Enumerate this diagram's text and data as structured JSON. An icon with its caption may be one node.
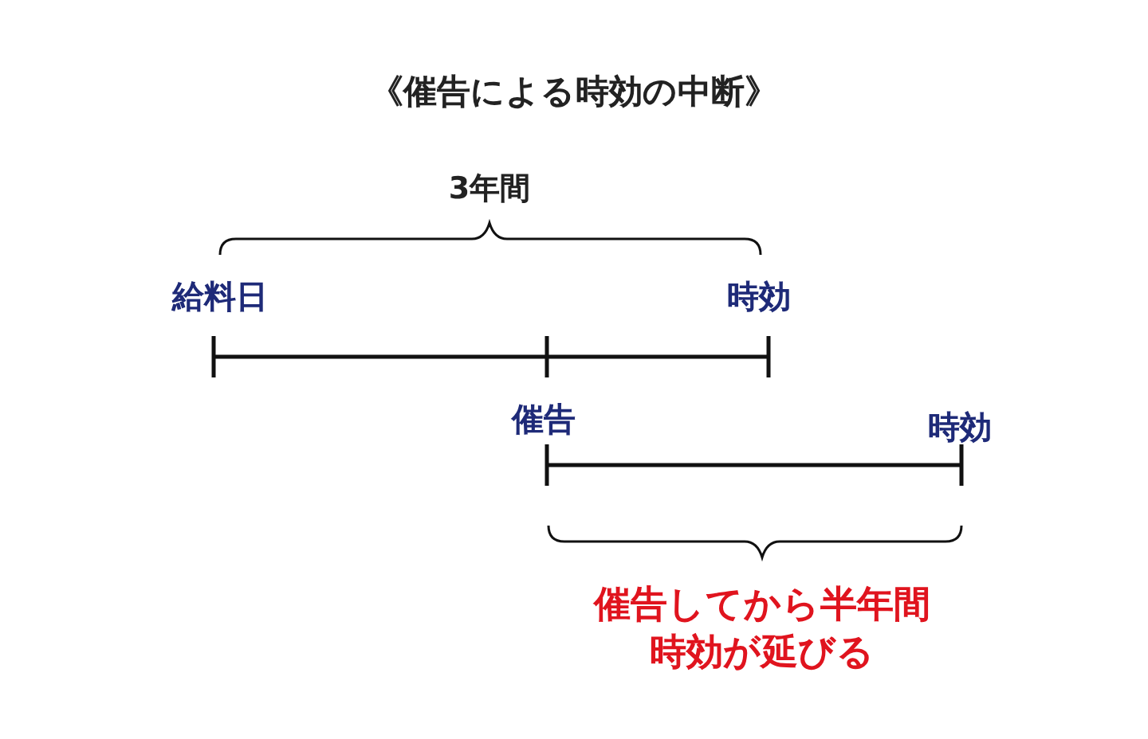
{
  "diagram": {
    "title": "《催告による時効の中断》",
    "labels": [
      "3年間",
      "給料日",
      "時効",
      "催告",
      "時効",
      "催告してから半年間時効が延びる"
    ]
  }
}
